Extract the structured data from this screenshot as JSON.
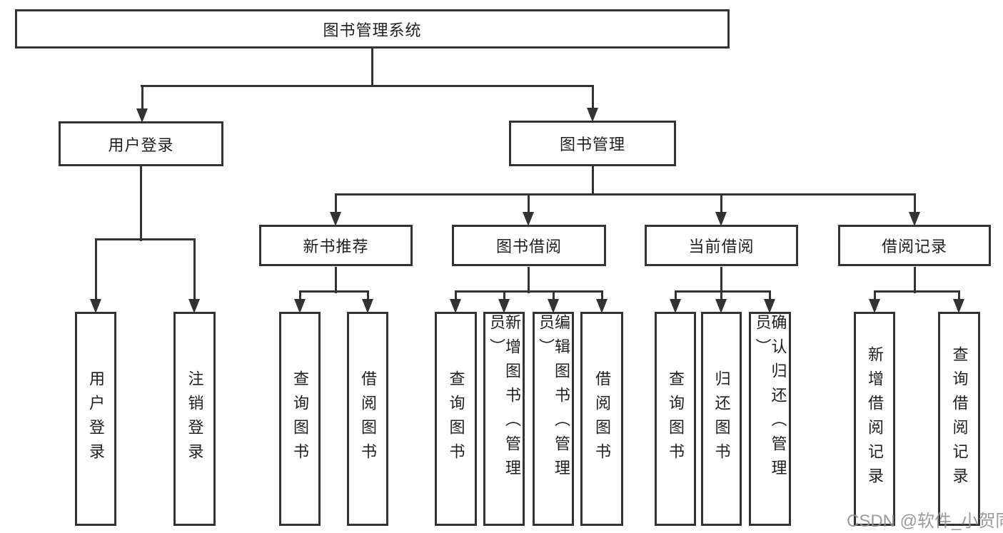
{
  "diagram": {
    "root": {
      "label": "图书管理系统"
    },
    "level2": {
      "user_login": {
        "label": "用户登录"
      },
      "book_mgmt": {
        "label": "图书管理"
      }
    },
    "level3": {
      "new_books": {
        "label": "新书推荐"
      },
      "book_borrow": {
        "label": "图书借阅"
      },
      "current_borrow": {
        "label": "当前借阅"
      },
      "borrow_records": {
        "label": "借阅记录"
      }
    },
    "leaves": {
      "user_login_children": [
        "用户登录",
        "注销登录"
      ],
      "new_books_children": [
        "查询图书",
        "借阅图书"
      ],
      "book_borrow_children": [
        "查询图书",
        "新增图书（管理员）",
        "编辑图书（管理员）",
        "借阅图书"
      ],
      "current_borrow_children": [
        "查询图书",
        "归还图书",
        "确认归还（管理员）"
      ],
      "borrow_records_children": [
        "新增借阅记录",
        "查询借阅记录"
      ]
    }
  },
  "watermark": "CSDN @软件_小贺同学",
  "colors": {
    "line": "#333333",
    "text": "#1f1f1f",
    "watermark": "#919191",
    "background": "#ffffff"
  }
}
